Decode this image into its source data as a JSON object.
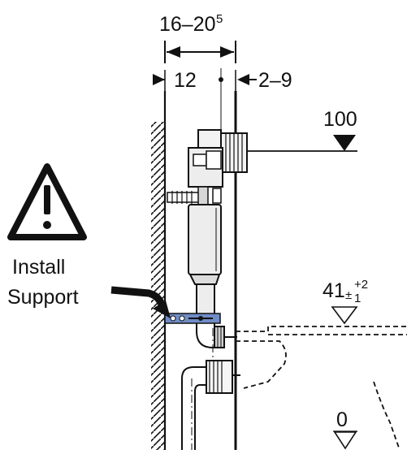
{
  "dimensions": {
    "total_depth": "16–20",
    "total_depth_sup": "5",
    "module_depth": "12",
    "wall_gap": "2–9"
  },
  "heights": {
    "top": "100",
    "seat": "41",
    "seat_tol_plus": "+2",
    "seat_tol_minus": "1",
    "seat_tol_pm": "±",
    "floor": "0"
  },
  "warning": {
    "line1": "Install",
    "line2": "Support",
    "icon": "warning-triangle-icon"
  },
  "colors": {
    "support_bracket": "#6f8cc6",
    "ink": "#111111"
  }
}
